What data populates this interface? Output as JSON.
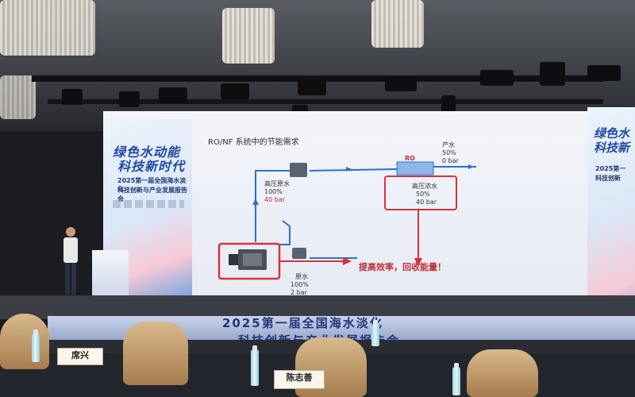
{
  "left_panel": {
    "headline_1": "绿色水动能",
    "headline_2": "科技新时代",
    "event_line_1": "2025第一届全国海水淡化",
    "event_line_2": "科技创新与产业发展报告会"
  },
  "right_panel": {
    "headline_1": "绿色水",
    "headline_2": "科技新",
    "event_line_1": "2025第一",
    "event_line_2": "科技创新"
  },
  "slide": {
    "title": "RO/NF 系统中的节能需求",
    "ro_label": "RO",
    "product": {
      "name": "产水",
      "percent": "50%",
      "pressure": "0 bar"
    },
    "hp_feed": {
      "name": "高压原水",
      "percent": "100%",
      "pressure": "40 bar"
    },
    "hp_brine": {
      "name": "高压浓水",
      "percent": "50%",
      "pressure": "40 bar"
    },
    "raw_feed": {
      "name": "原水",
      "percent": "100%",
      "pressure": "2 bar"
    },
    "slogan": "提高效率，回收能量！"
  },
  "stage_banner": {
    "line_1": "2025第一届全国海水淡化",
    "line_2": "科技创新与产业发展报告会"
  },
  "nameplates": [
    "席兴",
    "陈志善"
  ],
  "colors": {
    "accent_blue": "#2a6fd6",
    "accent_red": "#d8323c"
  }
}
